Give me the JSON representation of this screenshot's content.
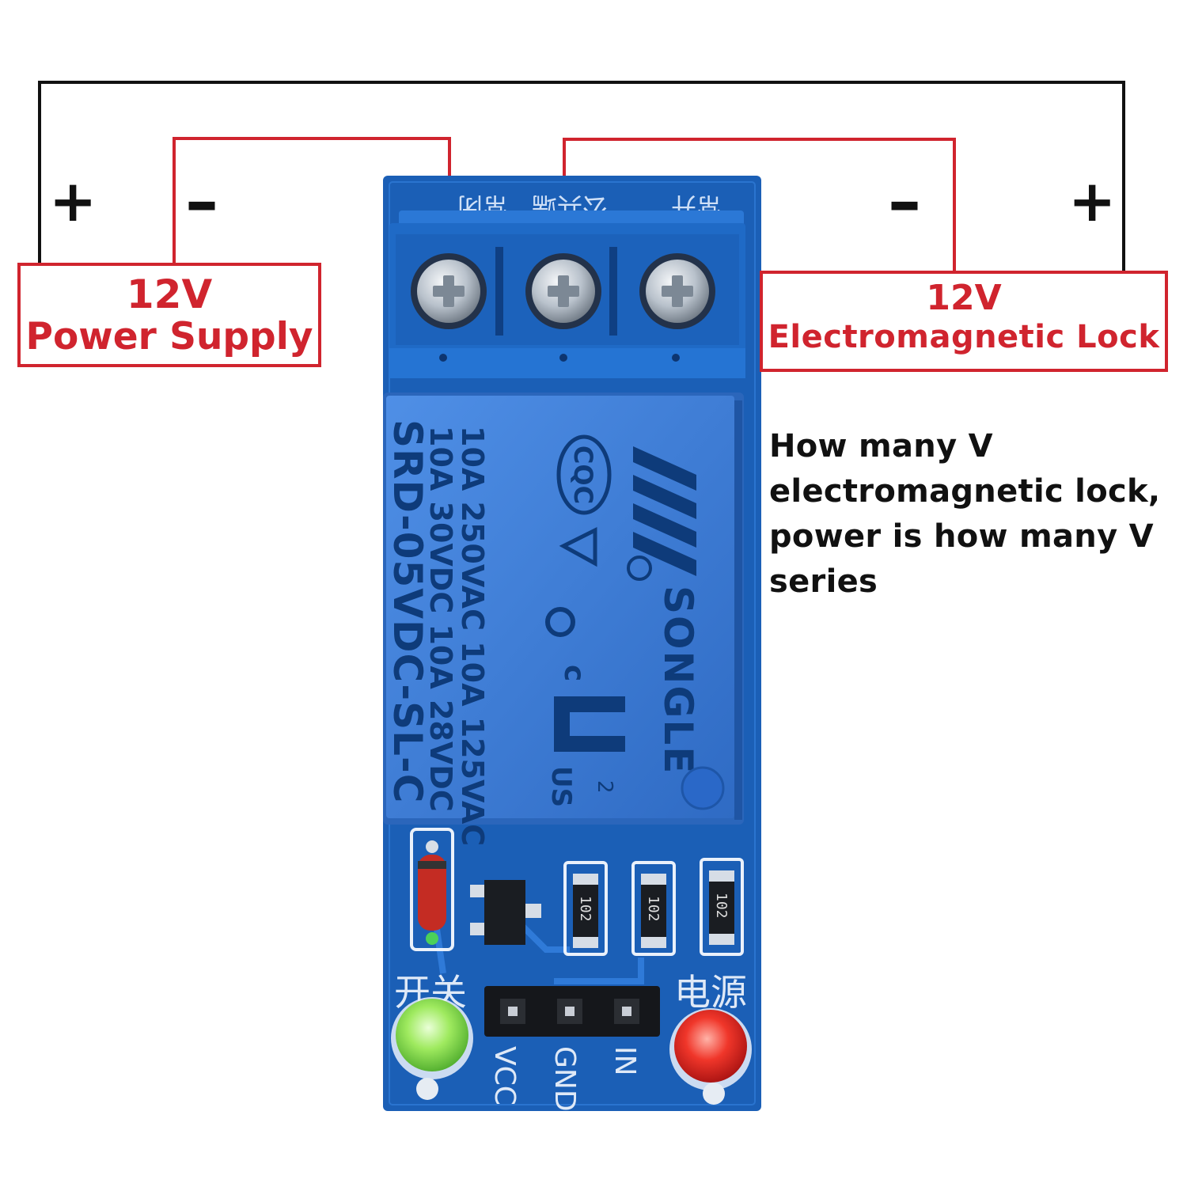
{
  "power_supply": {
    "voltage": "12V",
    "name": "Power Supply",
    "plus": "+",
    "minus": "–"
  },
  "lock": {
    "voltage": "12V",
    "name": "Electromagnetic Lock",
    "plus": "+",
    "minus": "–"
  },
  "question": "How many V\nelectromagnetic lock,\npower is how many V\nseries",
  "relay": {
    "top_labels": [
      "常闭",
      "公共端",
      "常开"
    ],
    "spec_lines": [
      "10A 250VAC  10A 125VAC",
      "10A 30VDC  10A 28VDC",
      "SRD-05VDC-SL-C"
    ],
    "brand": "SONGLE",
    "cqc": "CQC",
    "ul_c": "c",
    "ul_us": "US",
    "ul_2": "2",
    "resistor_codes": [
      "102",
      "102",
      "102"
    ],
    "pin_labels": [
      "VCC",
      "GND",
      "IN"
    ],
    "led_left_label": "开关",
    "led_right_label": "电源"
  },
  "colors": {
    "wire_red": "#d0242e",
    "wire_black": "#111111",
    "pcb": "#1b5fb6",
    "relay_body": "#3f7fd9",
    "terminal": "#1f6ac6"
  }
}
